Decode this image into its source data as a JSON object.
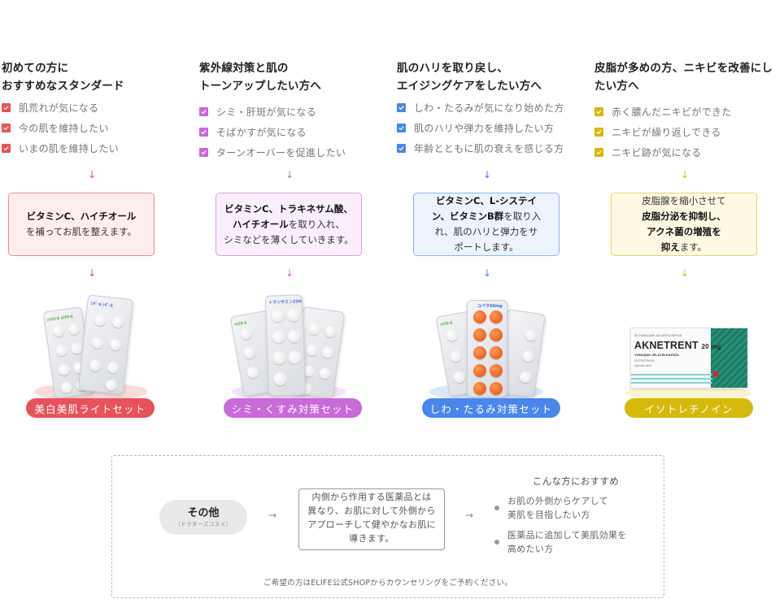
{
  "colors": {
    "red": "#e8525b",
    "purple": "#c86ad8",
    "blue": "#4a86ec",
    "yellow": "#d6b90d"
  },
  "columns": [
    {
      "title_lines": [
        "初めての方に",
        "おすすめなスタンダード"
      ],
      "checks": [
        "肌荒れが気になる",
        "今の肌を維持したい",
        "いまの肌を維持したい"
      ],
      "effect": {
        "bold1": "ビタミンC、ハイチオール",
        "text1": "",
        "line2": "を補ってお肌を整えます。"
      },
      "product_name": "美白美肌ライトセット",
      "arrow": "↓"
    },
    {
      "title_lines": [
        "紫外線対策と肌の",
        "トーンアップしたい方へ"
      ],
      "checks": [
        "シミ・肝斑が気になる",
        "そばかすが気になる",
        "ターンオーバーを促進したい"
      ],
      "effect": {
        "bold1": "ビタミンC、トラキネサム酸、",
        "bold2": "ハイチオール",
        "text2": "を取り入れ、",
        "line3": "シミなどを薄くしていきます。"
      },
      "product_name": "シミ・くすみ対策セット",
      "arrow": "↓"
    },
    {
      "title_lines": [
        "肌のハリを取り戻し、",
        "エイジングケアをしたい方へ"
      ],
      "checks": [
        "しわ・たるみが気になり始めた方",
        "肌のハリや弾力を維持したい方",
        "年齢とともに肌の衰えを感じる方"
      ],
      "effect": {
        "bold1": "ビタミンC、L-システイ",
        "bold2": "ン、ビタミンB群",
        "text2": "を取り入",
        "line3": "れ、肌のハリと弾力をサ",
        "line4": "ポートします。"
      },
      "product_name": "しわ・たるみ対策セット",
      "arrow": "↓"
    },
    {
      "title_lines": [
        "皮脂が多めの方、ニキビを改善にし",
        "たい方へ"
      ],
      "checks": [
        "赤く膿んだニキビができた",
        "ニキビが繰り返しできる",
        "ニキビ跡が気になる"
      ],
      "effect": {
        "line1": "皮脂腺を縮小させて",
        "bold2": "皮脂分泌を抑制し、",
        "bold3": "アクネ菌の増殖を",
        "bold4": "抑え",
        "text4": "ます。"
      },
      "product_name": "イソトレチノイン",
      "arrow": "↓",
      "package": {
        "top": "30 YUMUŞAK JELATİN KAPSÜL",
        "brand": "AKNETRENT",
        "dose": "20 mg",
        "sub": "YUMUŞAK JELATİN KAPSÜL",
        "ingredient": "İZOTRETİNOİN",
        "note": "Ağızdan alınır"
      }
    }
  ],
  "other": {
    "title": "その他",
    "subtitle": "（ドクターズコスメ）",
    "arrow": "→",
    "description_lines": [
      "内側から作用する医薬品とは",
      "異なり、お肌に対して外側から",
      "アプローチして健やかなお肌に",
      "導きます。"
    ],
    "recommend_title": "こんな方におすすめ",
    "recommend_items": [
      [
        "お肌の外側からケアして",
        "美肌を目指したい方"
      ],
      [
        "医薬品に追加して美肌効果を",
        "高めたい方"
      ]
    ],
    "footnote": "ご希望の方はELIFE公式SHOPからカウンセリングをご予約ください。"
  }
}
